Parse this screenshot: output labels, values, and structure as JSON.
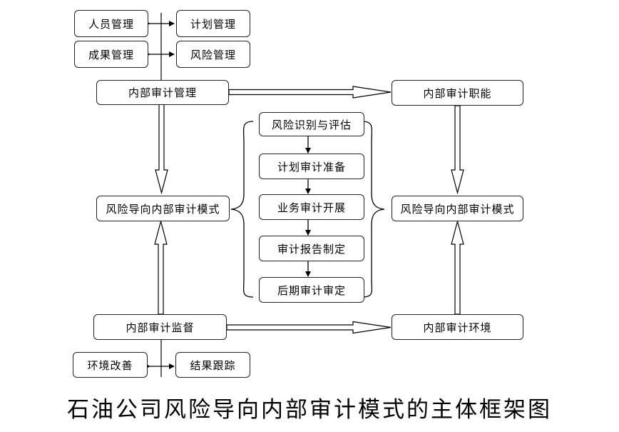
{
  "boxes": {
    "personnel_mgmt": "人员管理",
    "plan_mgmt": "计划管理",
    "results_mgmt": "成果管理",
    "risk_mgmt": "风险管理",
    "internal_audit_mgmt": "内部审计管理",
    "internal_audit_functions": "内部审计职能",
    "risk_oriented_model_left": "风险导向内部审计模式",
    "risk_oriented_model_right": "风险导向内部审计模式",
    "internal_audit_supervision": "内部审计监督",
    "internal_audit_environment": "内部审计环境",
    "environment_improvement": "环境改善",
    "result_tracking": "结果跟踪"
  },
  "steps": [
    "风险识别与评估",
    "计划审计准备",
    "业务审计开展",
    "审计报告制定",
    "后期审计审定"
  ],
  "caption": "石油公司风险导向内部审计模式的主体框架图"
}
